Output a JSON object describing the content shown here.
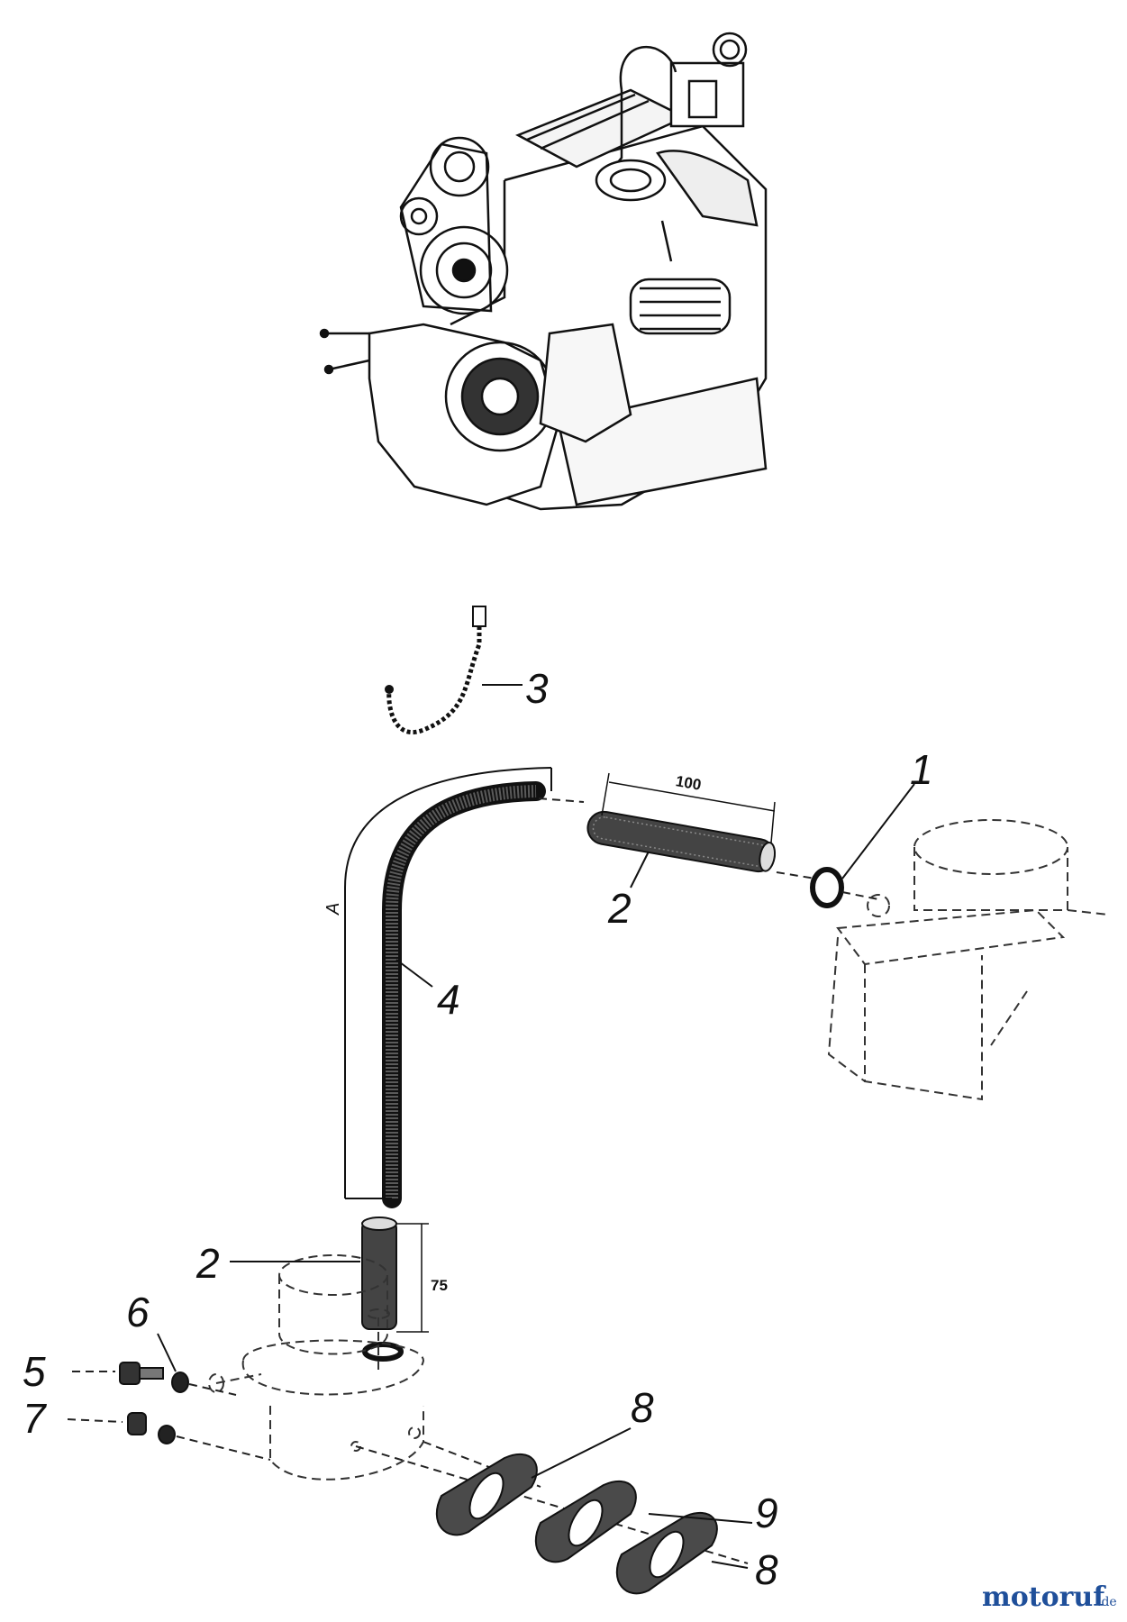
{
  "callouts": {
    "c1": "1",
    "c2_top": "2",
    "c2_bottom": "2",
    "c3": "3",
    "c4": "4",
    "c5": "5",
    "c6": "6",
    "c7": "7",
    "c8_top": "8",
    "c8_bottom": "8",
    "c9": "9"
  },
  "dimensions": {
    "hose_length_top": "100",
    "hose_length_bottom": "75",
    "pipe_dim_label": "A"
  },
  "watermark": {
    "brand": "motoruf",
    "tld": ".de"
  }
}
